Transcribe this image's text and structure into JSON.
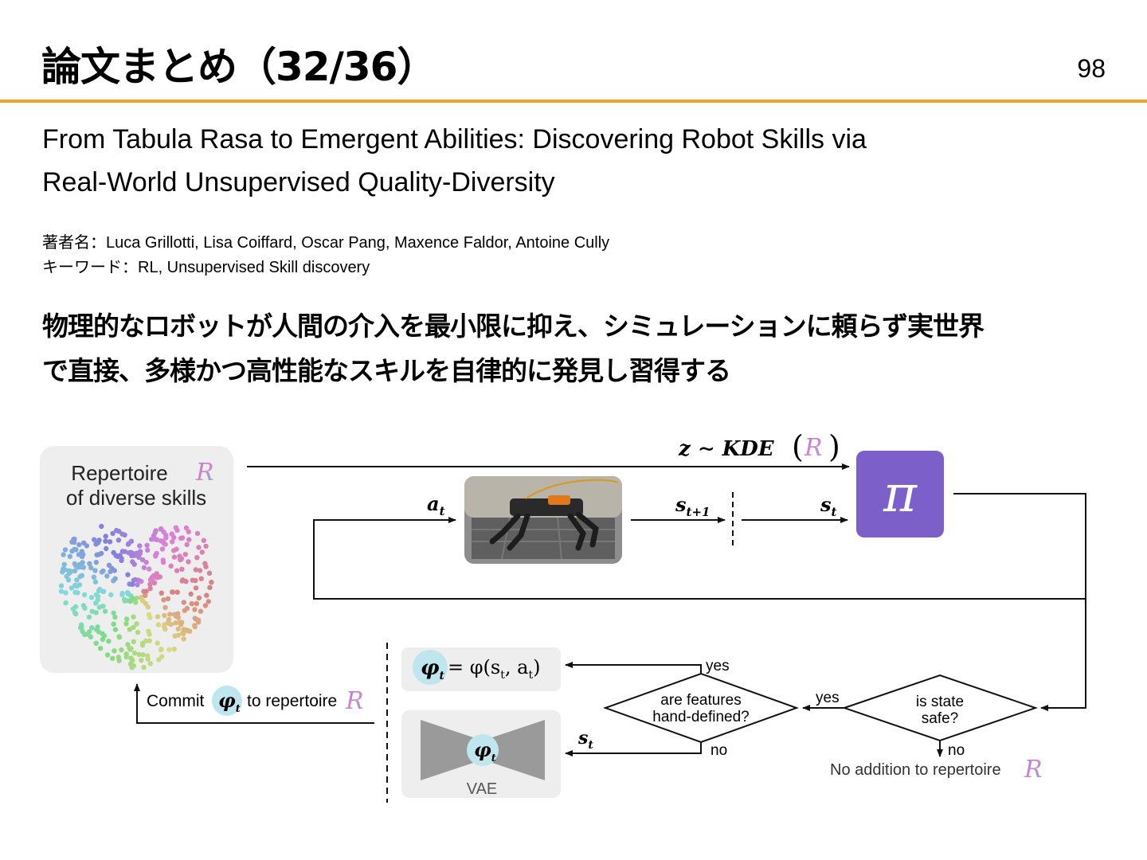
{
  "slide": {
    "title": "論文まとめ（32/36）",
    "page_number": "98",
    "paper_title_line1": "From Tabula Rasa to Emergent Abilities: Discovering Robot Skills via",
    "paper_title_line2": "Real-World Unsupervised Quality-Diversity",
    "authors_label": "著者名：",
    "authors": "Luca Grillotti, Lisa Coiffard, Oscar Pang, Maxence Faldor, Antoine Cully",
    "keywords_label": "キーワード：",
    "keywords": "RL, Unsupervised Skill discovery",
    "summary_line1": "物理的なロボットが人間の介入を最小限に抑え、シミュレーションに頼らず実世界",
    "summary_line2": "で直接、多様かつ高性能なスキルを自律的に発見し習得する"
  },
  "diagram": {
    "repertoire_line1": "Repertoire",
    "repertoire_line2": "of diverse skills",
    "repertoire_symbol": "R",
    "z_label": "z ∼ KDE",
    "pi_symbol": "π",
    "a_t": "a",
    "a_sub": "t",
    "s_t1": "s",
    "s_t1_sub": "t+1",
    "s_t": "s",
    "s_t_sub": "t",
    "phi_equation": "= φ(s",
    "phi_eq_tail": ", a",
    "phi_symbol": "φ",
    "commit_text": "Commit",
    "to_repertoire": "to repertoire",
    "yes_top": "yes",
    "yes_mid": "yes",
    "no_left": "no",
    "no_right": "no",
    "features_q1": "are features",
    "features_q2": "hand-defined?",
    "safe_q1": "is state",
    "safe_q2": "safe?",
    "no_addition": "No addition to repertoire",
    "vae": "VAE",
    "colors": {
      "accent": "#f0a22b",
      "policy": "#7c5fc9",
      "phi_bubble": "#bfe6ef",
      "panel": "#eeeeee"
    }
  }
}
